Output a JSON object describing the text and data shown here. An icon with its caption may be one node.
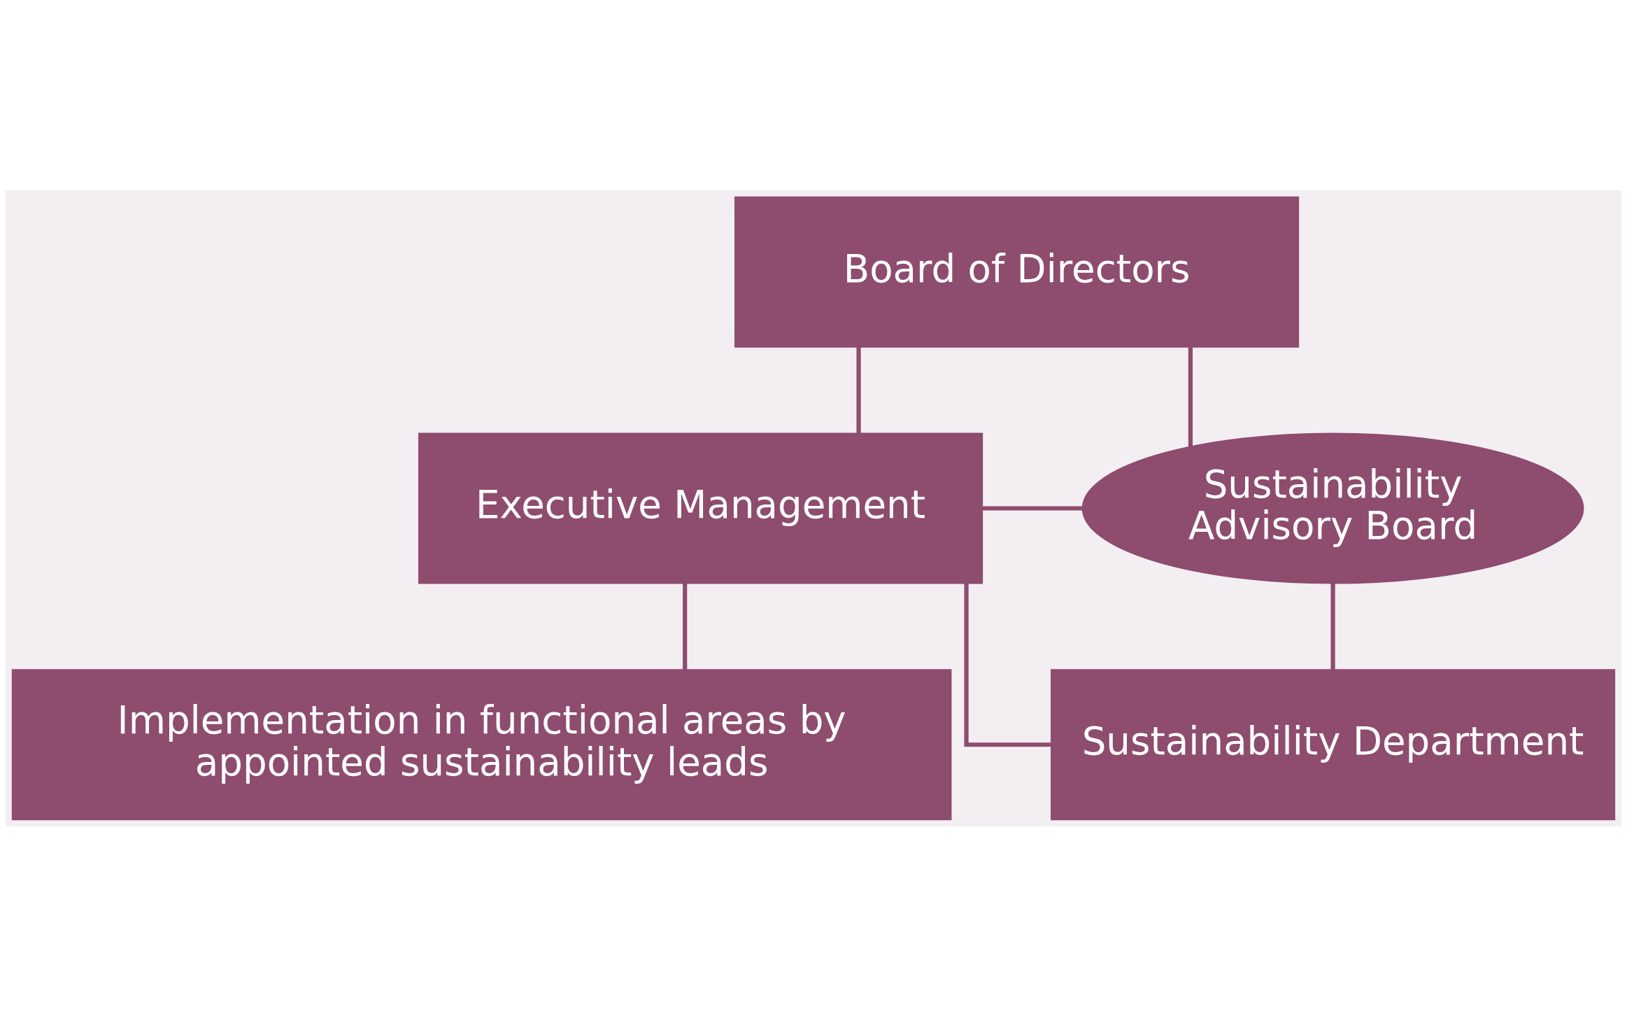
{
  "diagram": {
    "nodes": [
      {
        "text": [
          "Board of Directors"
        ]
      },
      {
        "text": [
          "Executive Management"
        ]
      },
      {
        "text": [
          "Sustainability Advisory Board"
        ]
      },
      {
        "text": [
          "Sustainability Department"
        ]
      },
      {
        "text": [
          "Implementation in functional areas by appointed sustainability leads"
        ]
      }
    ],
    "edges": [
      {
        "from": 0,
        "to": 1,
        "arrow": "none"
      },
      {
        "from": 0,
        "to": 2,
        "arrow": "none"
      },
      {
        "from": 1,
        "to": 2,
        "arrow": "none"
      },
      {
        "from": 1,
        "to": 3,
        "arrow": "none"
      },
      {
        "from": 1,
        "to": 4,
        "arrow": "none"
      },
      {
        "from": 2,
        "to": 3,
        "arrow": "none"
      }
    ]
  }
}
